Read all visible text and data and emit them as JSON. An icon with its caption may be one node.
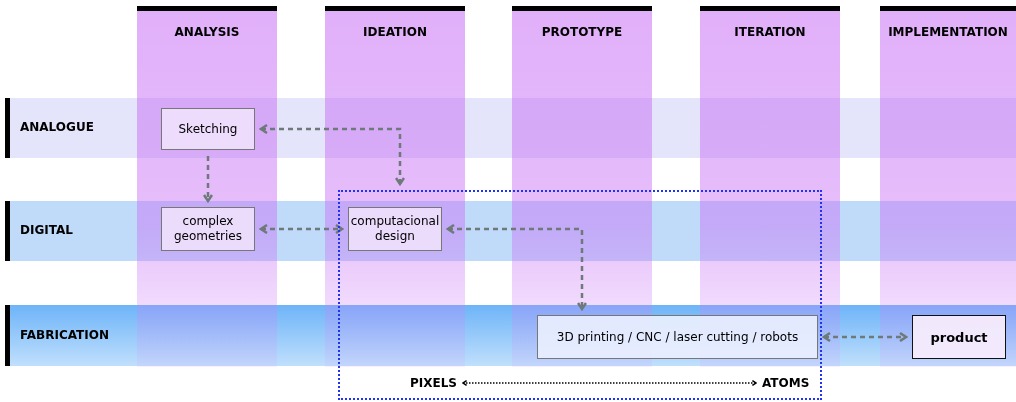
{
  "diagram": {
    "nodes": [
      {
        "text": [
          "Sketching"
        ]
      },
      {
        "text": [
          "complex geometries"
        ]
      },
      {
        "text": [],
        "shape": "box"
      },
      {
        "text": [
          "computacional design"
        ],
        "in": 2
      },
      {
        "text": [
          "3D printing / CNC / laser cutting / robots"
        ],
        "in": 2
      },
      {
        "text": [
          "product"
        ]
      },
      {
        "text": [
          "PIXELS"
        ],
        "in": 2
      },
      {
        "text": [
          "ATOMS"
        ],
        "in": 2
      }
    ],
    "edges": [
      {
        "from": 0,
        "to": 2,
        "arrow": "both"
      },
      {
        "from": 0,
        "to": 1,
        "arrow": "to"
      },
      {
        "from": 1,
        "to": 3,
        "arrow": "both"
      },
      {
        "from": 3,
        "to": 4,
        "arrow": "both"
      },
      {
        "from": 4,
        "to": 5,
        "arrow": "both"
      },
      {
        "from": 6,
        "to": 7,
        "arrow": "both",
        "color": "#000000"
      }
    ],
    "labels": [
      "ANALYSIS",
      "IDEATION",
      "PROTOTYPE",
      "ITERATION",
      "IMPLEMENTATION",
      "ANALOGUE",
      "DIGITAL",
      "FABRICATION"
    ]
  }
}
